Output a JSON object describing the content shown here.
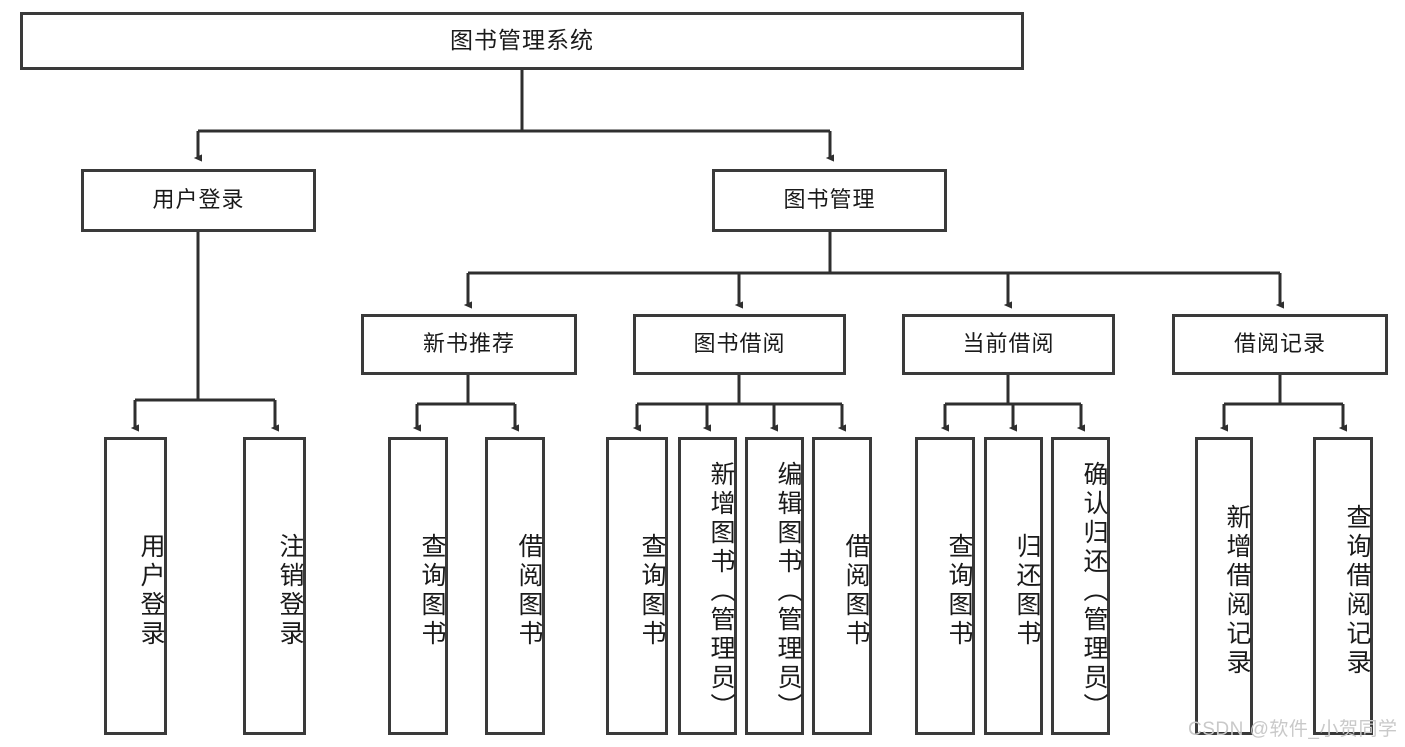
{
  "diagram": {
    "title": "图书管理系统",
    "type": "tree-hierarchy-diagram",
    "root": {
      "label": "图书管理系统"
    },
    "level1": [
      {
        "label": "用户登录"
      },
      {
        "label": "图书管理"
      }
    ],
    "level2": [
      {
        "label": "新书推荐"
      },
      {
        "label": "图书借阅"
      },
      {
        "label": "当前借阅"
      },
      {
        "label": "借阅记录"
      }
    ],
    "leaves": {
      "user_login": [
        {
          "label": "用户登录"
        },
        {
          "label": "注销登录"
        }
      ],
      "new_book_recommend": [
        {
          "label": "查询图书"
        },
        {
          "label": "借阅图书"
        }
      ],
      "book_borrow": [
        {
          "label": "查询图书"
        },
        {
          "label": "新增图书（管理员）"
        },
        {
          "label": "编辑图书（管理员）"
        },
        {
          "label": "借阅图书"
        }
      ],
      "current_borrow": [
        {
          "label": "查询图书"
        },
        {
          "label": "归还图书"
        },
        {
          "label": "确认归还（管理员）"
        }
      ],
      "borrow_record": [
        {
          "label": "新增借阅记录"
        },
        {
          "label": "查询借阅记录"
        }
      ]
    }
  },
  "watermark": {
    "text": "CSDN @软件_小贺同学"
  },
  "colors": {
    "stroke": "#3a3a3a",
    "text": "#1a1a1a",
    "background": "#ffffff",
    "watermark": "#c9c9c9"
  }
}
